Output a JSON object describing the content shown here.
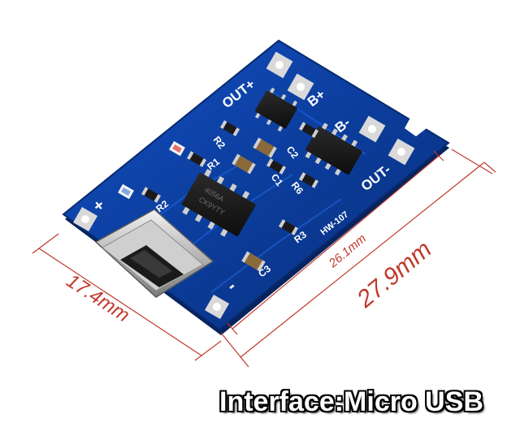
{
  "board": {
    "model": "HW-107",
    "labels": {
      "out_plus": "OUT+",
      "out_minus": "OUT-",
      "b_plus": "B+",
      "b_minus": "B-",
      "plus": "+",
      "minus": "-",
      "r1": "R1",
      "r2": "R2",
      "r3": "R3",
      "r6": "R6",
      "c1": "C1",
      "c2": "C2",
      "c3": "C3",
      "chip_mark_1": "4056A",
      "chip_mark_2": "CK9YTY"
    }
  },
  "dimensions": {
    "width": "17.4mm",
    "inner_length": "26.1mm",
    "outer_length": "27.9mm"
  },
  "caption": "Interface:Micro USB",
  "colors": {
    "pcb": "#0b3d9c",
    "dimension_lines": "#c0392b",
    "caption_text": "#ffffff",
    "caption_outline": "#000000"
  }
}
